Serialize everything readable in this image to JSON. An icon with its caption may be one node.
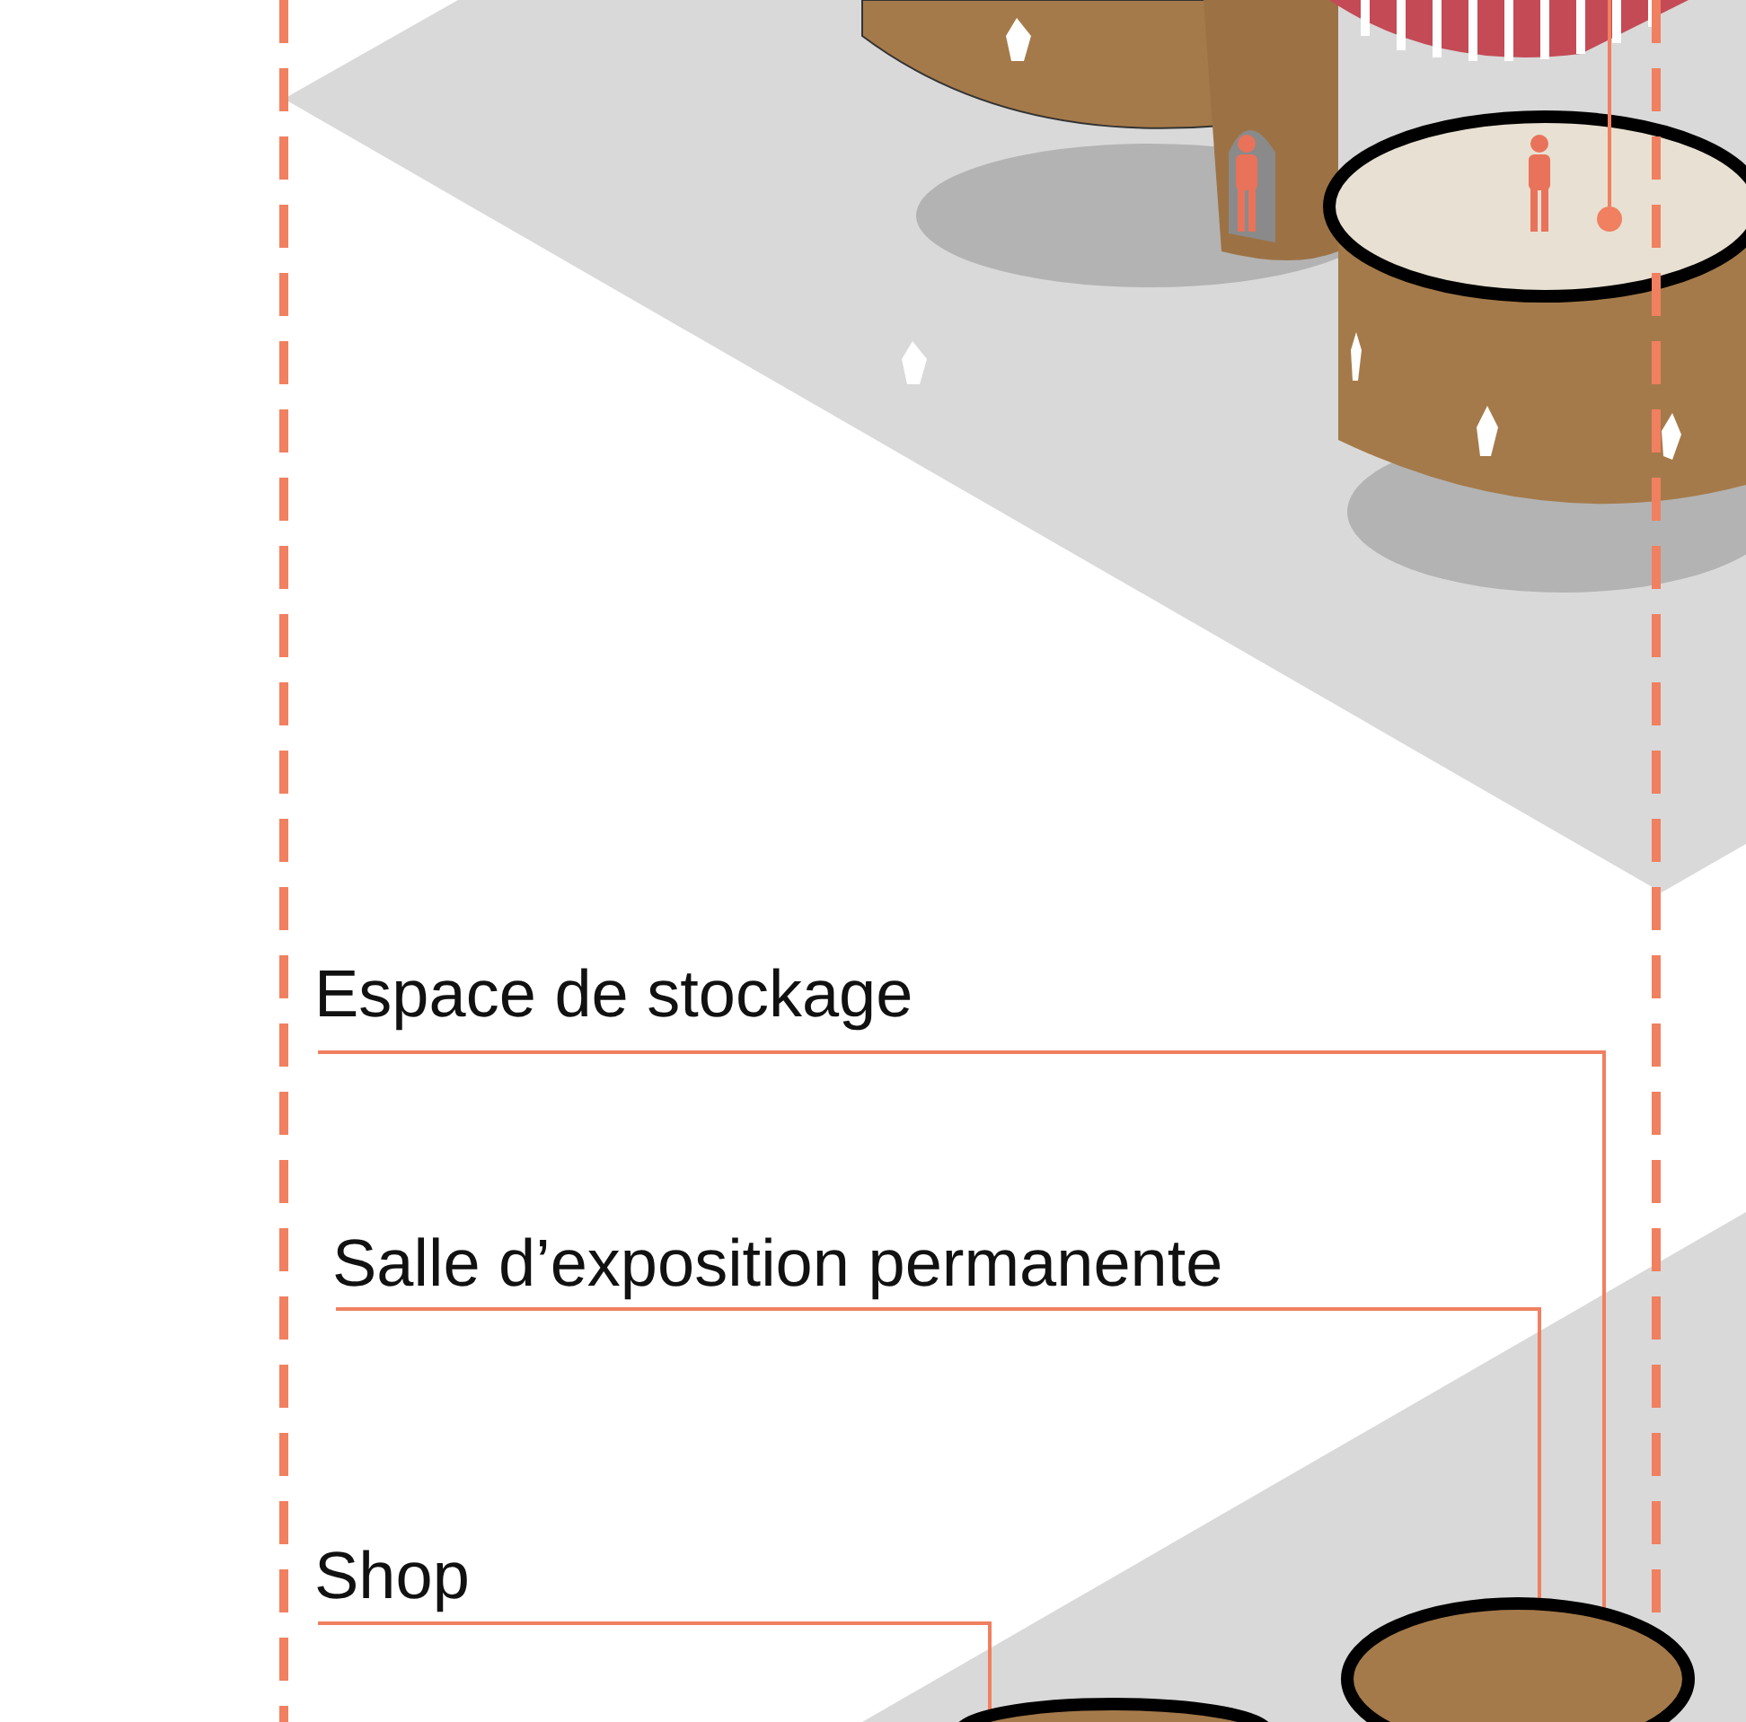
{
  "diagram": {
    "nodes": [
      {
        "text": [
          "Espace de stockage"
        ]
      },
      {
        "text": [
          "Salle d’exposition permanente"
        ]
      },
      {
        "text": [
          "Shop"
        ]
      },
      {
        "text": [],
        "shape": "circle"
      },
      {
        "text": [],
        "shape": "cylinder"
      },
      {
        "text": [],
        "shape": "cylinder"
      }
    ],
    "edges": [
      {
        "from": 0,
        "to": 5,
        "arrow": "none"
      },
      {
        "from": 1,
        "to": 5,
        "arrow": "none"
      },
      {
        "from": 2,
        "to": 4,
        "arrow": "none"
      },
      {
        "from": null,
        "to": 3,
        "arrow": "none"
      }
    ]
  }
}
